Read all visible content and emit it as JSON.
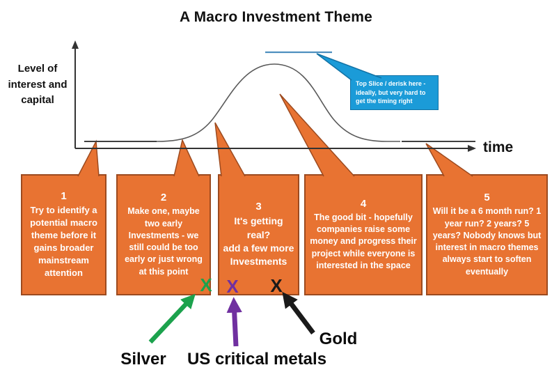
{
  "title": "A Macro Investment Theme",
  "axes": {
    "y_label": "Level of\ninterest and\ncapital",
    "x_label": "time"
  },
  "top_callout": {
    "text": "Top Slice / derisk here - ideally, but very hard to get the timing right"
  },
  "stages": [
    {
      "number": "1",
      "text": "Try to identify a potential macro theme before it gains broader mainstream attention"
    },
    {
      "number": "2",
      "text": "Make one, maybe two early Investments - we still could be too early or just wrong at this point"
    },
    {
      "number": "3",
      "text": "It's getting real?\nadd a few more Investments"
    },
    {
      "number": "4",
      "text": "The good bit - hopefully companies raise some money and progress their project while everyone is interested in the space"
    },
    {
      "number": "5",
      "text": "Will it be a 6 month run? 1 year run? 2 years? 5 years? Nobody knows but interest in macro themes always start to soften eventually"
    }
  ],
  "annotations": [
    {
      "label": "Silver",
      "mark": "X",
      "color": "#1CA24D"
    },
    {
      "label": "US critical metals",
      "mark": "X",
      "color": "#7030A0"
    },
    {
      "label": "Gold",
      "mark": "X",
      "color": "#1A1A1A"
    }
  ],
  "colors": {
    "orange": "#E87332",
    "orange-border": "#9C4A1F",
    "blue": "#1B9BD8",
    "blue-border": "#1272A5",
    "topline-blue": "#4E8FBF",
    "curve-gray": "#595959",
    "axis-dark": "#333333",
    "silver-green": "#1CA24D",
    "metals-purple": "#7030A0",
    "gold-black": "#1A1A1A"
  }
}
